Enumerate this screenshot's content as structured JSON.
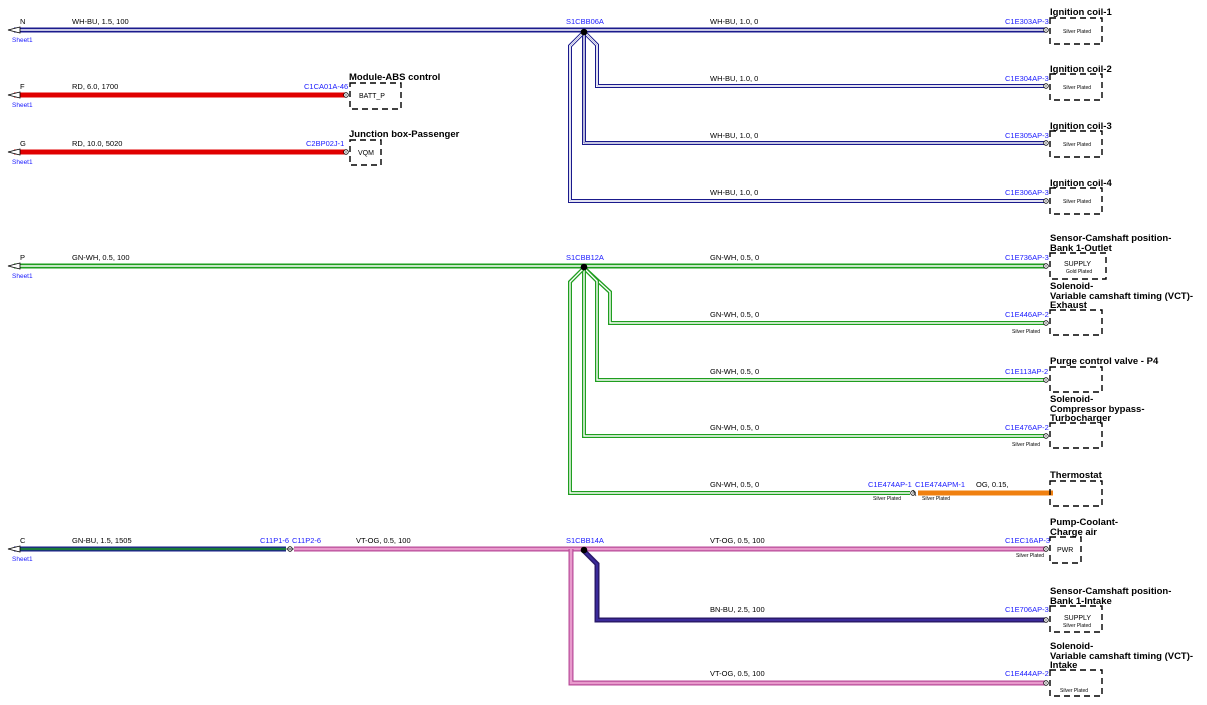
{
  "colors": {
    "wh_bu": "#1a1a8c",
    "gn_wh": "#1f9e1f",
    "red": "#e00000",
    "vt_og": "#d070b0",
    "gn_bu": "#1a7a3a",
    "bn_bu": "#2a1a6a",
    "og": "#f08010",
    "conn_text": "#1a1aff"
  },
  "sheets": [
    {
      "letter": "N",
      "sheet": "Sheet1"
    },
    {
      "letter": "F",
      "sheet": "Sheet1"
    },
    {
      "letter": "G",
      "sheet": "Sheet1"
    },
    {
      "letter": "P",
      "sheet": "Sheet1"
    },
    {
      "letter": "C",
      "sheet": "Sheet1"
    }
  ],
  "splices": [
    "S1CBB06A",
    "S1CBB12A",
    "S1CBB14A"
  ],
  "wires": [
    "WH-BU,  1.5,  100",
    "RD,  6.0,  1700",
    "RD,  10.0,  5020",
    "WH-BU,  1.0,  0",
    "WH-BU,  1.0,  0",
    "WH-BU,  1.0,  0",
    "WH-BU,  1.0,  0",
    "GN-WH,  0.5,  100",
    "GN-WH,  0.5,  0",
    "GN-WH,  0.5,  0",
    "GN-WH,  0.5,  0",
    "GN-WH,  0.5,  0",
    "GN-WH,  0.5,  0",
    "OG,  0.15,",
    "GN-BU,  1.5,  1505",
    "VT-OG,  0.5,  100",
    "VT-OG,  0.5,  100",
    "BN-BU,  2.5,  100",
    "VT-OG,  0.5,  100"
  ],
  "connectors": [
    "C1CA01A-46",
    "C2BP02J-1",
    "C1E303AP-3",
    "C1E304AP-3",
    "C1E305AP-3",
    "C1E306AP-3",
    "C1E736AP-3",
    "C1E446AP-2",
    "C1E113AP-2",
    "C1E476AP-2",
    "C1E474AP-1",
    "C1E474APM-1",
    "C11P1-6",
    "C11P2-6",
    "C1EC16AP-3",
    "C1E706AP-3",
    "C1E444AP-2"
  ],
  "components": [
    "Module-ABS control",
    "Junction box-Passenger",
    "Ignition coil-1",
    "Ignition coil-2",
    "Ignition coil-3",
    "Ignition coil-4",
    "Sensor-Camshaft position-",
    "Bank 1-Outlet",
    "Solenoid-",
    "Variable camshaft timing (VCT)-",
    "Exhaust",
    "Purge control valve - P4",
    "Solenoid-",
    "Compressor bypass-",
    "Turbocharger",
    "Thermostat",
    "Pump-Coolant-",
    "Charge air",
    "Sensor-Camshaft position-",
    "Bank 1-Intake",
    "Solenoid-",
    "Variable camshaft timing (VCT)-",
    "Intake"
  ],
  "pins": [
    "BATT_P",
    "VQM",
    "SUPPLY",
    "PWR",
    "SUPPLY"
  ],
  "platings": [
    "Silver Plated",
    "Silver Plated",
    "Silver Plated",
    "Silver Plated",
    "Gold Plated",
    "Silver Plated",
    "Silver Plated",
    "Silver Plated",
    "Silver Plated",
    "Silver Plated",
    "Silver Plated",
    "Silver Plated"
  ]
}
